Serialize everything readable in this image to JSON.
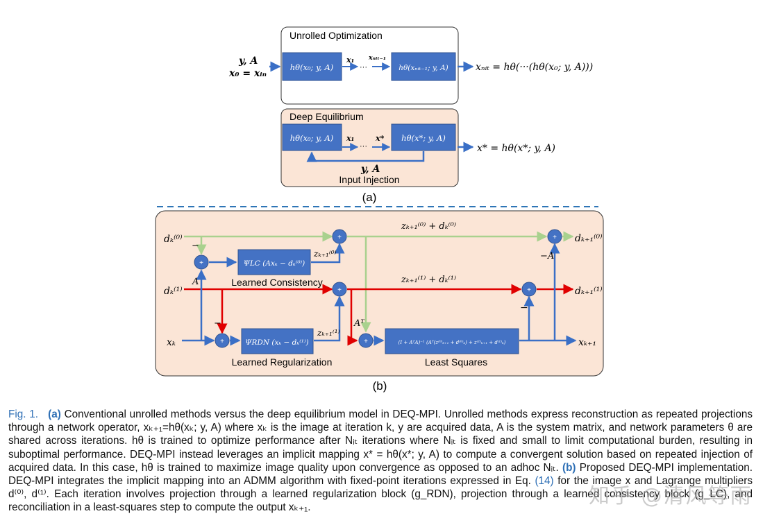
{
  "panel_a": {
    "label": "(a)",
    "unrolled": {
      "title": "Unrolled Optimization",
      "input_top": "y, A",
      "input_bottom": "x₀ = xᵢₙ",
      "block1": "hθ(x₀; y, A)",
      "x1": "x₁",
      "dots": "···",
      "xn1": "xₙᵢₜ₋₁",
      "block2": "hθ(xₙᵢₜ₋₁; y, A)",
      "output": "xₙᵢₜ = hθ(···(hθ(x₀; y, A)))"
    },
    "deq": {
      "title": "Deep Equilibrium",
      "block1": "hθ(x₀; y, A)",
      "x1": "x₁",
      "dots": "···",
      "xstar": "x*",
      "block2": "hθ(x*; y, A)",
      "output": "x* = hθ(x*; y, A)",
      "feedback_top": "y, A",
      "feedback_label": "Input Injection"
    }
  },
  "panel_b": {
    "label": "(b)",
    "d0": "dₖ⁽⁰⁾",
    "d1": "dₖ⁽¹⁾",
    "xk": "xₖ",
    "out_d0": "dₖ₊₁⁽⁰⁾",
    "out_d1": "dₖ₊₁⁽¹⁾",
    "out_x": "xₖ₊₁",
    "sum_top": "zₖ₊₁⁽⁰⁾ + dₖ⁽⁰⁾",
    "sum_mid": "zₖ₊₁⁽¹⁾ + dₖ⁽¹⁾",
    "z0": "zₖ₊₁⁽⁰⁾",
    "z1": "zₖ₊₁⁽¹⁾",
    "lc_block": "ΨLC (Axₖ − dₖ⁽⁰⁾)",
    "lc_label": "Learned Consistency",
    "rdn_block": "ΨRDN (xₖ − dₖ⁽¹⁾)",
    "rdn_label": "Learned Regularization",
    "ls_block": "(I + AᵀA)⁻¹ (Aᵀ(z⁽⁰⁾ₖ₊₁ + d⁽⁰⁾ₖ) + z⁽¹⁾ₖ₊₁ + d⁽¹⁾ₖ)",
    "ls_label": "Least Squares",
    "A": "A",
    "AT": "Aᵀ",
    "minusA": "−A",
    "minus": "−",
    "plus": "+"
  },
  "caption": {
    "fig_no": "Fig. 1.",
    "tag_a": "(a)",
    "text_a": "Conventional unrolled methods versus the deep equilibrium model in DEQ-MPI. Unrolled methods express reconstruction as repeated projections through a network operator, xₖ₊₁=hθ(xₖ; y, A) where xₖ is the image at iteration k, y are acquired data, A is the system matrix, and network parameters θ are shared across iterations. hθ is trained to optimize performance after Nᵢₜ iterations where Nᵢₜ is fixed and small to limit computational burden, resulting in suboptimal performance. DEQ-MPI instead leverages an implicit mapping x* = hθ(x*; y, A) to compute a convergent solution based on repeated injection of acquired data. In this case, hθ is trained to maximize image quality upon convergence as opposed to an adhoc Nᵢₜ.",
    "tag_b": "(b)",
    "text_b1": "Proposed DEQ-MPI implementation. DEQ-MPI integrates the implicit mapping into an ADMM algorithm with fixed-point iterations expressed in Eq.",
    "ref": "(14)",
    "text_b2": "for the image x and Lagrange multipliers d⁽⁰⁾, d⁽¹⁾. Each iteration involves projection through a learned regularization block (g_RDN), projection through a learned consistency block (g_LC), and reconciliation in a least-squares step to compute the output xₖ₊₁."
  },
  "watermark": "知乎 @清风等雨",
  "colors": {
    "block_blue": "#4472c4",
    "arrow_blue": "#3a6fc6",
    "green": "#a9d18e",
    "red": "#e00000",
    "panel_bg": "#fbe5d6",
    "dashed": "#2e75b6",
    "caption_link": "#2e6fb5"
  }
}
